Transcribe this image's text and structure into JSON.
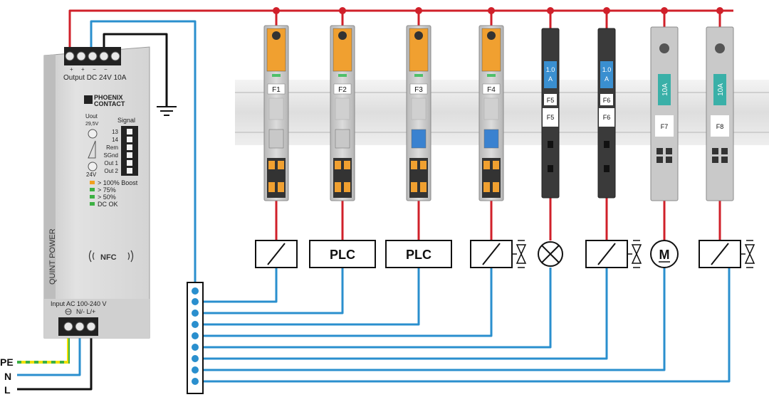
{
  "power_supply": {
    "output_label": "Output DC 24V 10A",
    "output_polarity": [
      "+",
      "+",
      "−",
      "−"
    ],
    "brand_line1": "PHOENIX",
    "brand_line2": "CONTACT",
    "uout_label": "Uout",
    "uout_value": "29,5V",
    "v24_label": "24V",
    "signal_header": "Signal",
    "signal_terminals": [
      "13",
      "14",
      "Rem",
      "SGnd",
      "Out 1",
      "Out 2"
    ],
    "legend": [
      {
        "text": "> 100% Boost",
        "color": "#f0a020"
      },
      {
        "text": "> 75%",
        "color": "#3cb043"
      },
      {
        "text": "> 50%",
        "color": "#3cb043"
      },
      {
        "text": "DC OK",
        "color": "#3cb043"
      }
    ],
    "product_line": "QUINT POWER",
    "nfc_label": "NFC",
    "input_label": "Input AC 100-240 V",
    "input_terminals_label": "N/- L/+"
  },
  "mains": {
    "pe_label": "PE",
    "n_label": "N",
    "l_label": "L"
  },
  "devices": [
    {
      "id": "F1",
      "kind": "breaker",
      "label": "F1"
    },
    {
      "id": "F2",
      "kind": "breaker",
      "label": "F2"
    },
    {
      "id": "F3",
      "kind": "breaker",
      "label": "F3"
    },
    {
      "id": "F4",
      "kind": "breaker",
      "label": "F4"
    },
    {
      "id": "F5",
      "kind": "fuse-holder",
      "label": "F5",
      "rating_value": "1.0",
      "rating_unit": "A",
      "sub_label": "F5"
    },
    {
      "id": "F6",
      "kind": "fuse-holder",
      "label": "F6",
      "rating_value": "1.0",
      "rating_unit": "A",
      "sub_label": "F6"
    },
    {
      "id": "F7",
      "kind": "fuse-terminal",
      "label": "F7",
      "rating": "10A"
    },
    {
      "id": "F8",
      "kind": "fuse-terminal",
      "label": "F8",
      "rating": "10A"
    }
  ],
  "loads": [
    {
      "type": "relay-coil",
      "name": "coil"
    },
    {
      "type": "plc",
      "text": "PLC"
    },
    {
      "type": "plc",
      "text": "PLC"
    },
    {
      "type": "relay-coil-valve",
      "name": "coil-valve"
    },
    {
      "type": "lamp",
      "name": "lamp"
    },
    {
      "type": "relay-coil-valve",
      "name": "coil-valve"
    },
    {
      "type": "motor",
      "text": "M"
    },
    {
      "type": "relay-coil-valve",
      "name": "coil-valve"
    }
  ],
  "colors": {
    "positive_wire": "#d0202a",
    "negative_wire": "#2a8fce",
    "ground_wire": "#111111",
    "pe_green": "#3cb043",
    "pe_yellow": "#f2e000",
    "psu_body": "#d8d8d8",
    "rail": "#e6e6e6"
  }
}
